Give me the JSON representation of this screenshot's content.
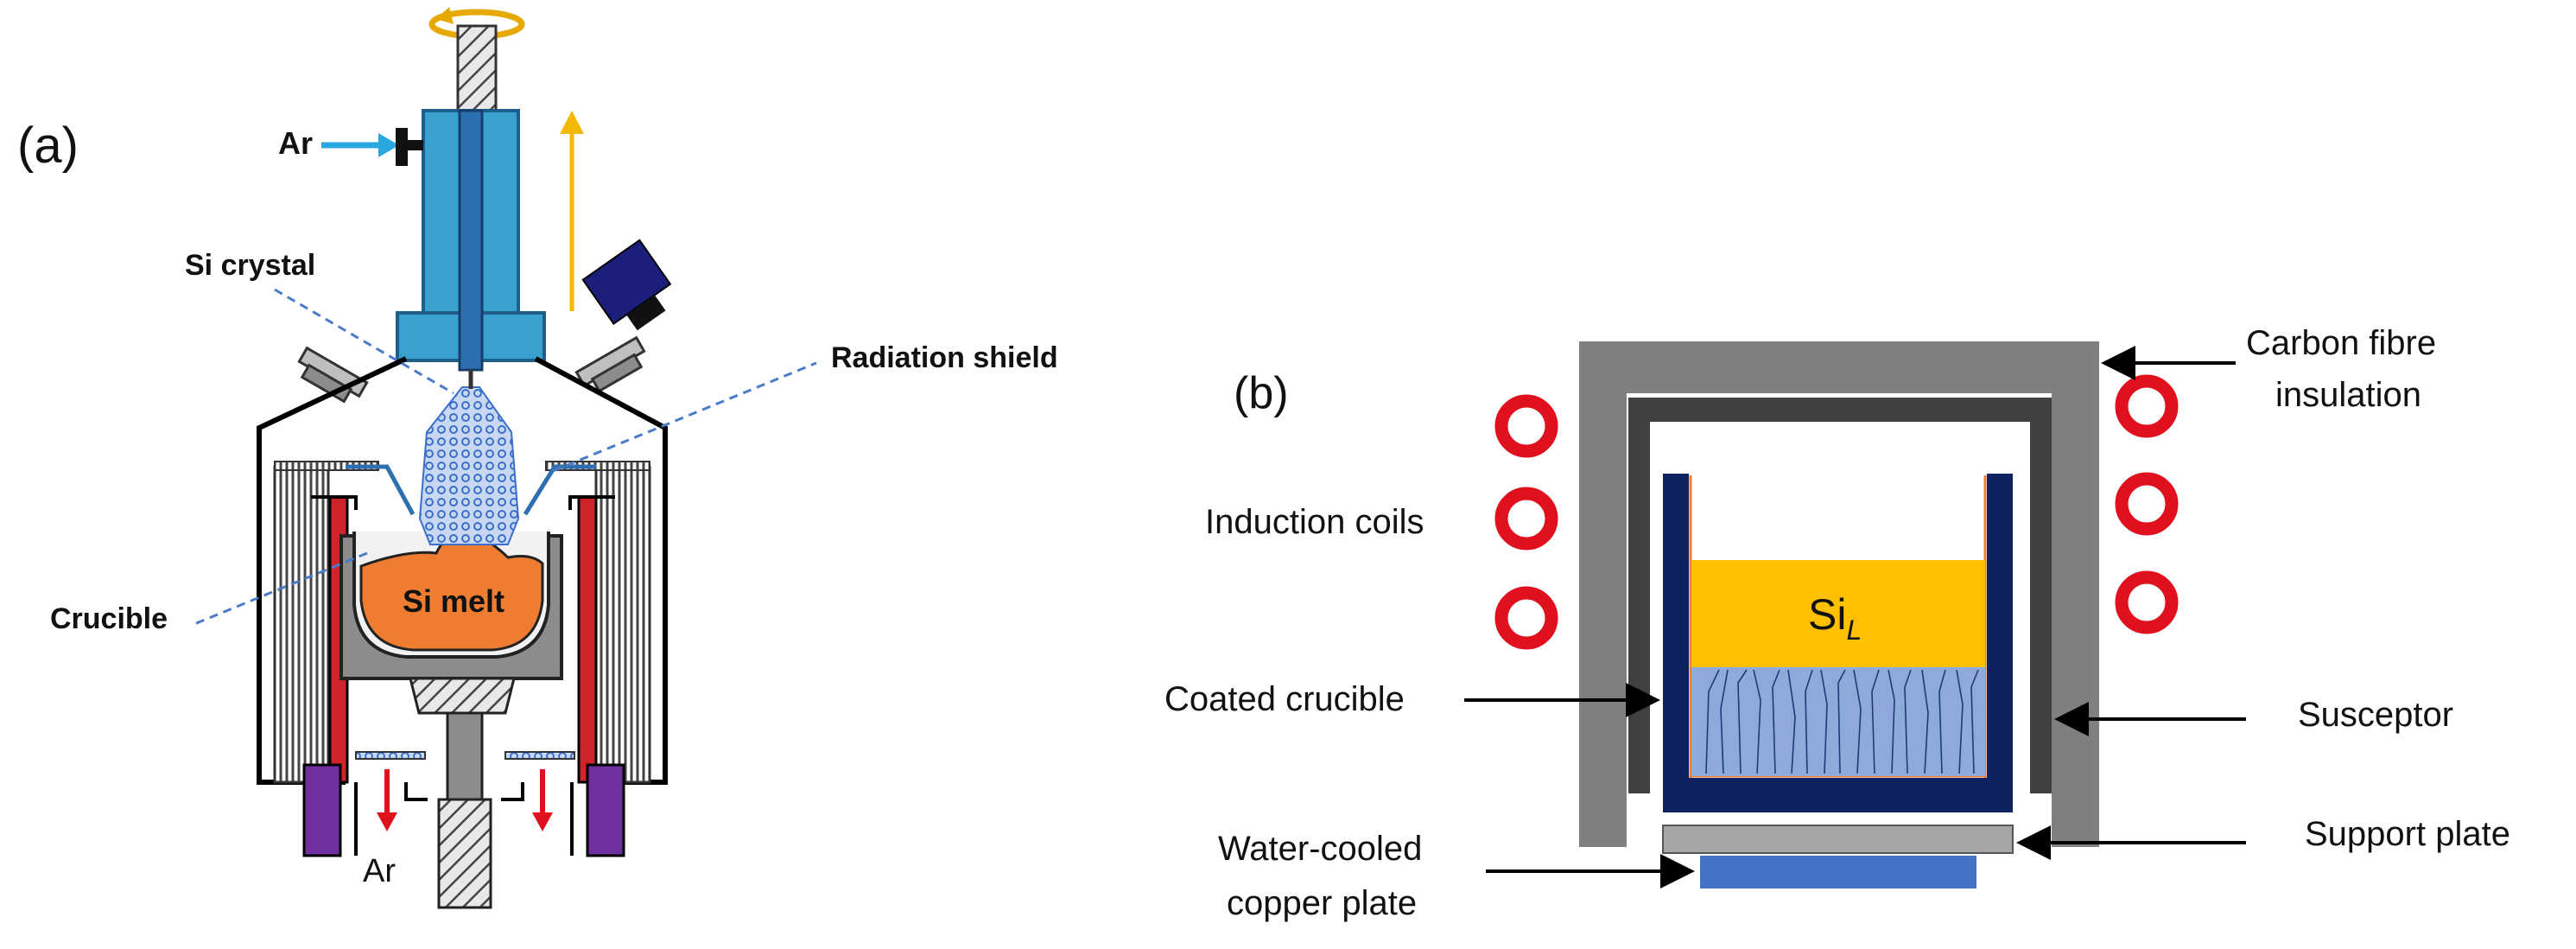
{
  "panel_a": {
    "label": "(a)",
    "ar_inlet": "Ar",
    "ar_outlet": "Ar",
    "si_crystal": "Si crystal",
    "radiation_shield": "Radiation shield",
    "crucible": "Crucible",
    "si_melt": "Si melt"
  },
  "panel_b": {
    "label": "(b)",
    "carbon_fibre_line1": "Carbon fibre",
    "carbon_fibre_line2": "insulation",
    "induction_coils": "Induction coils",
    "si_liquid": "Si",
    "si_liquid_sub": "L",
    "coated_crucible": "Coated crucible",
    "susceptor": "Susceptor",
    "support_plate": "Support plate",
    "water_cooled_line1": "Water-cooled",
    "water_cooled_line2": "copper plate"
  },
  "colors": {
    "blue_arrow": "#29a8e0",
    "gold_arrow": "#f5b800",
    "shaft_blue": "#2e6fb0",
    "housing_blue": "#3aa0d0",
    "melt_orange": "#ee7d31",
    "heater_red": "#d0232a",
    "motor_purple": "#7030a0",
    "insulation_gray": "#7f7f7f",
    "susceptor_dark": "#404040",
    "crucible_navy": "#0e2160",
    "si_yellow": "#ffc000",
    "ingot_blue": "#8eaadb",
    "copper_plate_blue": "#4472c4",
    "coil_red": "#e0101e"
  }
}
